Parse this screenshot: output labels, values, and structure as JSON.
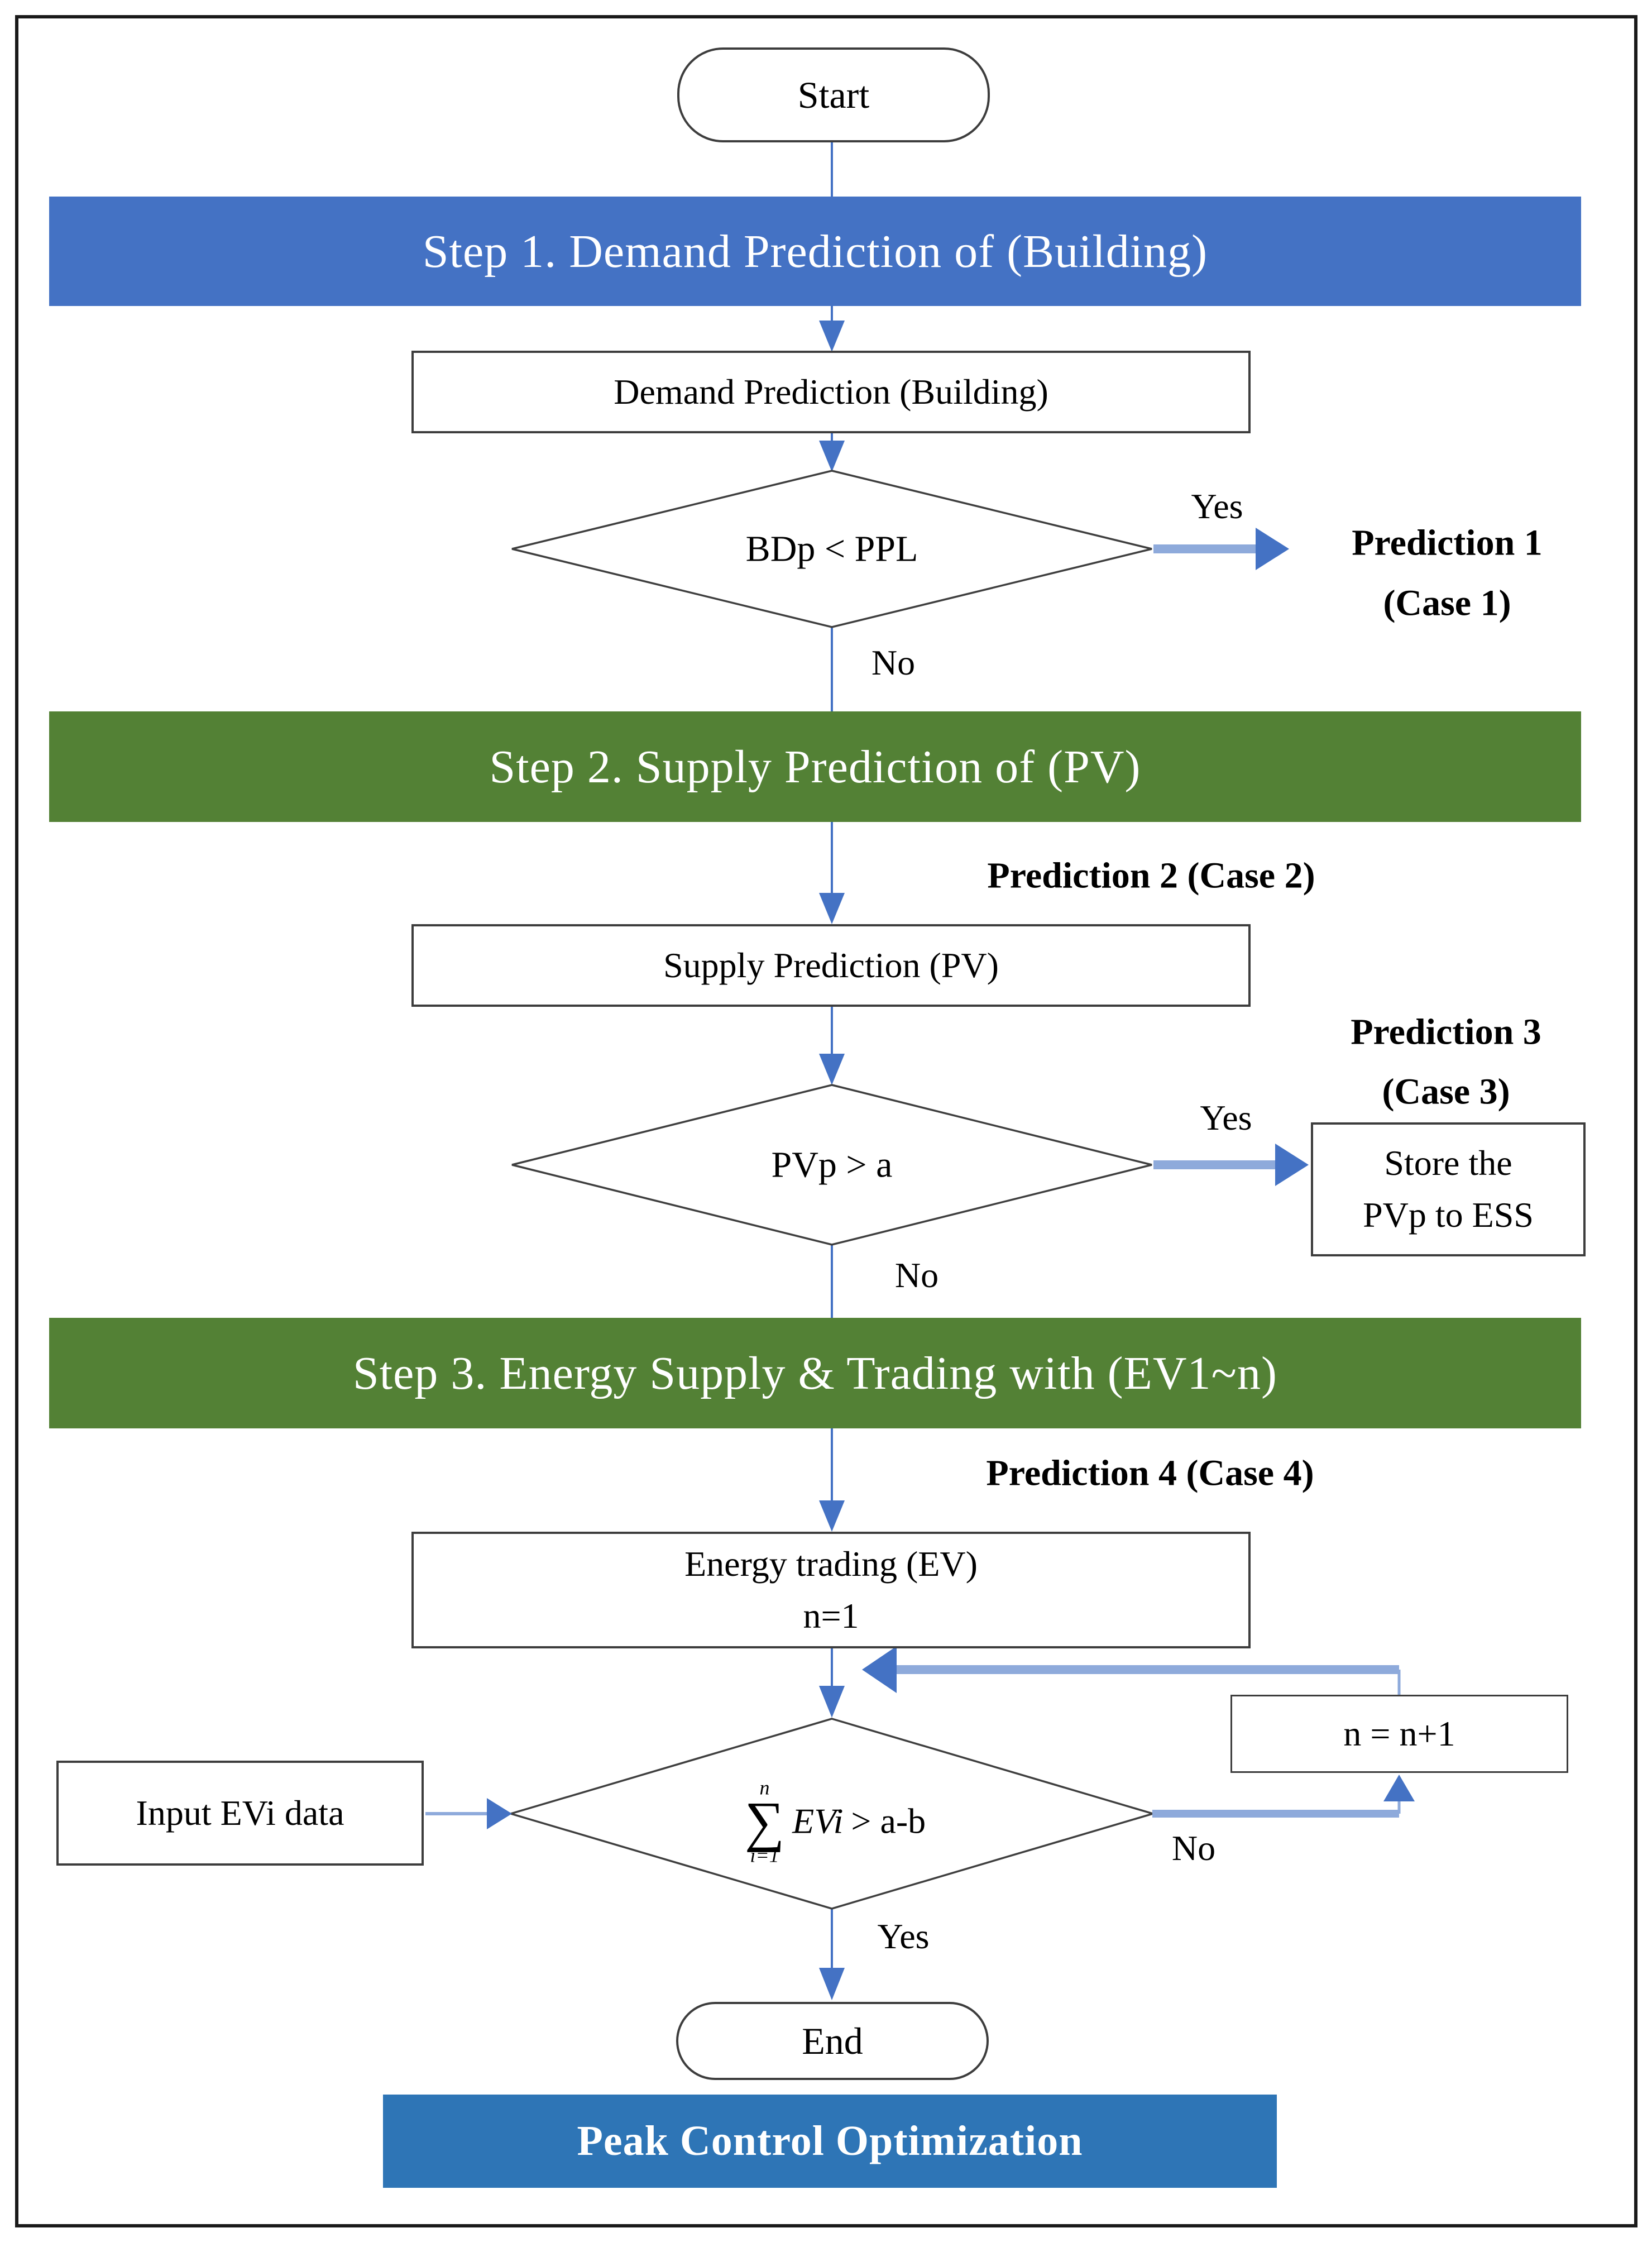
{
  "flowchart": {
    "title_region": "Peak control optimization flowchart",
    "colors": {
      "step_banner_blue": "#4472C4",
      "step_banner_green": "#538135",
      "footer_banner_blue": "#2E75B6",
      "connector_blue": "#4472C4",
      "connector_light_blue": "#8EAADB",
      "shape_border_gray": "#3d3d3d"
    },
    "nodes": {
      "start": "Start",
      "step1_banner": "Step 1. Demand Prediction of (Building)",
      "demand_box": "Demand Prediction (Building)",
      "decision1": "BDp < PPL",
      "prediction1_line1": "Prediction 1",
      "prediction1_line2": "(Case 1)",
      "step2_banner": "Step 2. Supply Prediction of (PV)",
      "prediction2_label": "Prediction 2 (Case 2)",
      "supply_box": "Supply Prediction (PV)",
      "prediction3_line1": "Prediction 3",
      "prediction3_line2": "(Case 3)",
      "decision2": "PVp > a",
      "store_box_line1": "Store the",
      "store_box_line2": "PVp to ESS",
      "step3_banner": "Step 3. Energy Supply & Trading with (EV1~n)",
      "prediction4_label": "Prediction 4 (Case 4)",
      "energy_box_line1": "Energy trading (EV)",
      "energy_box_line2": "n=1",
      "decision3_sum_upper": "n",
      "decision3_sum_symbol": "∑",
      "decision3_sum_lower": "i=1",
      "decision3_sum_var": "EVi",
      "decision3_sum_rest": "> a-b",
      "increment_box": "n = n+1",
      "input_box": "Input EVi data",
      "end": "End",
      "footer_banner": "Peak Control Optimization"
    },
    "edge_labels": {
      "yes1": "Yes",
      "no1": "No",
      "yes2": "Yes",
      "no2": "No",
      "no3": "No",
      "yes3": "Yes"
    }
  }
}
